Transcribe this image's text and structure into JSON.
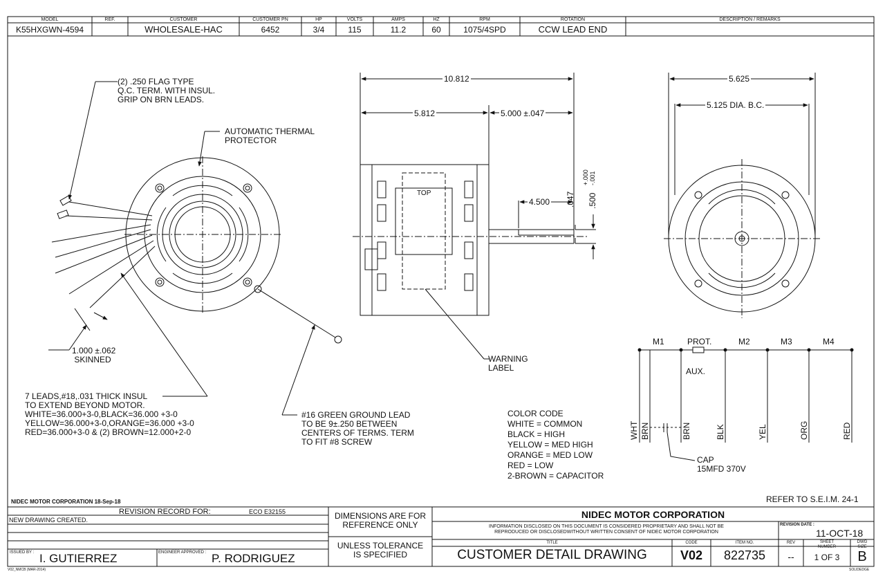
{
  "header": {
    "labels": [
      "MODEL",
      "REF.",
      "CUSTOMER",
      "CUSTOMER PN",
      "HP",
      "VOLTS",
      "AMPS",
      "HZ",
      "RPM",
      "ROTATION",
      "DESCRIPTION / REMARKS"
    ],
    "values": [
      "K55HXGWN-4594",
      "",
      "WHOLESALE-HAC",
      "6452",
      "3/4",
      "115",
      "11.2",
      "60",
      "1075/4SPD",
      "CCW LEAD END",
      ""
    ]
  },
  "dimensions": {
    "overall_length": "10.812",
    "body_length": "5.812",
    "shaft_length": "5.000 ±.047",
    "flat_length": "4.500",
    "flat_depth": ".047",
    "shaft_dia": ".500",
    "shaft_tol_plus": "+.000",
    "shaft_tol_minus": "-.001",
    "frame_dia": "5.625",
    "bolt_circle": "5.125  DIA. B.C.",
    "top_label": "TOP"
  },
  "notes": {
    "flag_term": "(2) .250 FLAG TYPE\nQ.C. TERM. WITH INSUL.\nGRIP ON BRN LEADS.",
    "thermal": "AUTOMATIC THERMAL\nPROTECTOR",
    "skinned": "1.000 ±.062\n SKINNED",
    "leads": "7 LEADS,#18,.031 THICK INSUL\nTO EXTEND BEYOND MOTOR.\nWHITE=36.000+3-0,BLACK=36.000 +3-0\nYELLOW=36.000+3-0,ORANGE=36.000 +3-0\nRED=36.000+3-0 & (2) BROWN=12.000+2-0",
    "ground": "#16 GREEN GROUND LEAD\nTO BE 9±.250 BETWEEN\nCENTERS OF TERMS. TERM\nTO FIT #8 SCREW",
    "warning": "WARNING\nLABEL",
    "color_code": "COLOR CODE\nWHITE = COMMON\nBLACK = HIGH\nYELLOW = MED HIGH\nORANGE = MED LOW\nRED = LOW\n2-BROWN = CAPACITOR",
    "cap": "CAP\n15MFD 370V",
    "refer": "REFER TO S.E.I.M. 24-1"
  },
  "schematic": {
    "windings": [
      "M1",
      "PROT.",
      "M2",
      "M3",
      "M4"
    ],
    "aux": "AUX.",
    "leads": [
      "WHT",
      "BRN",
      "BRN",
      "BLK",
      "YEL",
      "ORG",
      "RED"
    ]
  },
  "title_block": {
    "company_date": "NIDEC MOTOR CORPORATION 18-Sep-18",
    "revision_record_label": "REVISION RECORD FOR:",
    "eco": "ECO E32155",
    "revision_note": "NEW DRAWING CREATED.",
    "issued_by_label": "ISSUED BY :",
    "issued_by": "I. GUTIERREZ",
    "engineer_label": "ENGINEER APPROVED :",
    "engineer": "P. RODRIGUEZ",
    "dims_note": "DIMENSIONS ARE FOR\nREFERENCE ONLY",
    "tol_note": "UNLESS TOLERANCE\nIS SPECIFIED",
    "company": "NIDEC MOTOR CORPORATION",
    "proprietary": "INFORMATION DISCLOSED ON THIS DOCUMENT IS CONSIDERED PROPRIETARY AND SHALL NOT BE\nREPRODUCED OR DISCLOSEDWITHOUT WRITTEN CONSENT OF NIDEC MOTOR CORPORATION",
    "revision_date_label": "REVISION DATE :",
    "revision_date": "11-OCT-18",
    "title_label": "TITLE",
    "title": "CUSTOMER  DETAIL  DRAWING",
    "code_label": "CODE",
    "code": "V02",
    "item_label": "ITEM NO.",
    "item": "822735",
    "rev_label": "REV",
    "rev": "--",
    "sheet_label": "SHEET\nNUMBER",
    "sheet": "1  OF  3",
    "size_label": "DWG\nSIZE",
    "size": "B",
    "footer_left": "V02_NMCB (MAR-2014)",
    "footer_right": "SOLIDEDGE"
  }
}
